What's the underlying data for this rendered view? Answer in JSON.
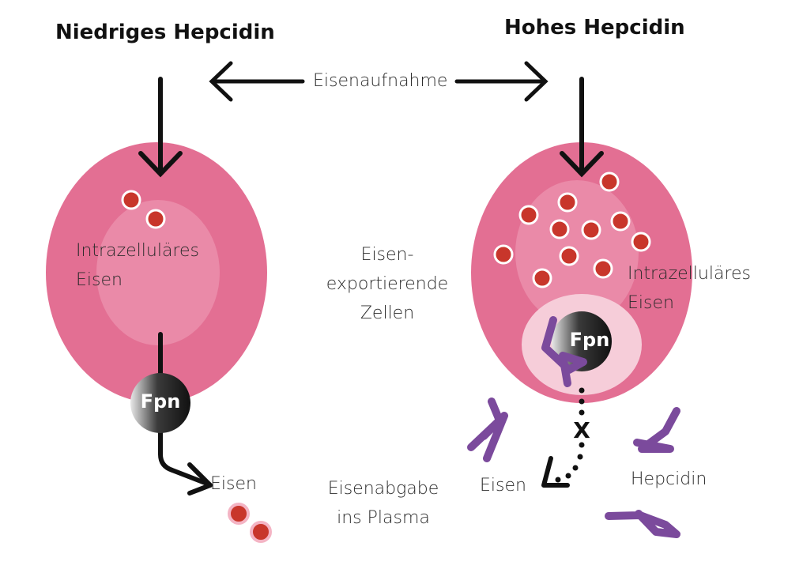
{
  "titles": {
    "left": "Niedriges Hepcidin",
    "right": "Hohes Hepcidin"
  },
  "labels": {
    "uptake": "Eisenaufnahme",
    "intracellular_left_line1": "Intrazelluläres",
    "intracellular_left_line2": "Eisen",
    "intracellular_right_line1": "Intrazelluläres",
    "intracellular_right_line2": "Eisen",
    "export_cells_line1": "Eisen-",
    "export_cells_line2": "exportierende",
    "export_cells_line3": "Zellen",
    "iron_left": "Eisen",
    "iron_right": "Eisen",
    "release_line1": "Eisenabgabe",
    "release_line2": "ins Plasma",
    "hepcidin": "Hepcidin",
    "fpn_left": "Fpn",
    "fpn_right": "Fpn",
    "blocked_mark": "X"
  },
  "colors": {
    "cell_outer": "#e36f93",
    "cell_inner": "#ea8aa8",
    "vesicle": "#f6cdd9",
    "iron_dot": "#c8362b",
    "hepcidin": "#7b4a9c",
    "arrow": "#111111"
  }
}
